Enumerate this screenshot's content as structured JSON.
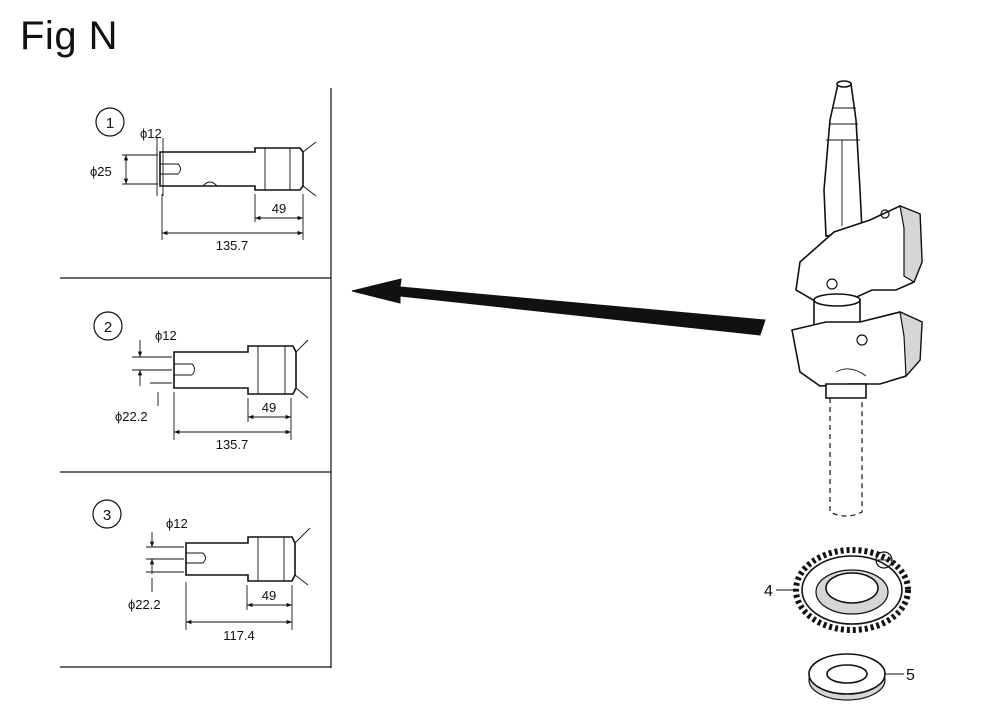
{
  "figure": {
    "title": "Fig N"
  },
  "panels": [
    {
      "number": "1",
      "small_dia": "ϕ12",
      "large_dia": "ϕ25",
      "len_short": "49",
      "len_total": "135.7"
    },
    {
      "number": "2",
      "small_dia": "ϕ12",
      "large_dia": "ϕ22.2",
      "len_short": "49",
      "len_total": "135.7"
    },
    {
      "number": "3",
      "small_dia": "ϕ12",
      "large_dia": "ϕ22.2",
      "len_short": "49",
      "len_total": "117.4"
    }
  ],
  "callouts": {
    "gear": "4",
    "washer": "5"
  }
}
